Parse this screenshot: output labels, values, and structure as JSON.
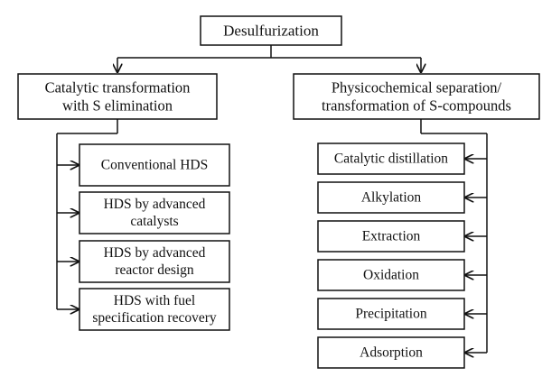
{
  "diagram": {
    "root": {
      "label": "Desulfurization"
    },
    "branches": [
      {
        "id": "catalytic",
        "label_lines": [
          "Catalytic transformation",
          "with S elimination"
        ],
        "children": [
          {
            "lines": [
              "Conventional HDS"
            ]
          },
          {
            "lines": [
              "HDS by advanced",
              "catalysts"
            ]
          },
          {
            "lines": [
              "HDS by advanced",
              "reactor design"
            ]
          },
          {
            "lines": [
              "HDS with fuel",
              "specification recovery"
            ]
          }
        ]
      },
      {
        "id": "physicochemical",
        "label_lines": [
          "Physicochemical separation/",
          "transformation of S-compounds"
        ],
        "children": [
          {
            "lines": [
              "Catalytic distillation"
            ]
          },
          {
            "lines": [
              "Alkylation"
            ]
          },
          {
            "lines": [
              "Extraction"
            ]
          },
          {
            "lines": [
              "Oxidation"
            ]
          },
          {
            "lines": [
              "Precipitation"
            ]
          },
          {
            "lines": [
              "Adsorption"
            ]
          }
        ]
      }
    ]
  }
}
